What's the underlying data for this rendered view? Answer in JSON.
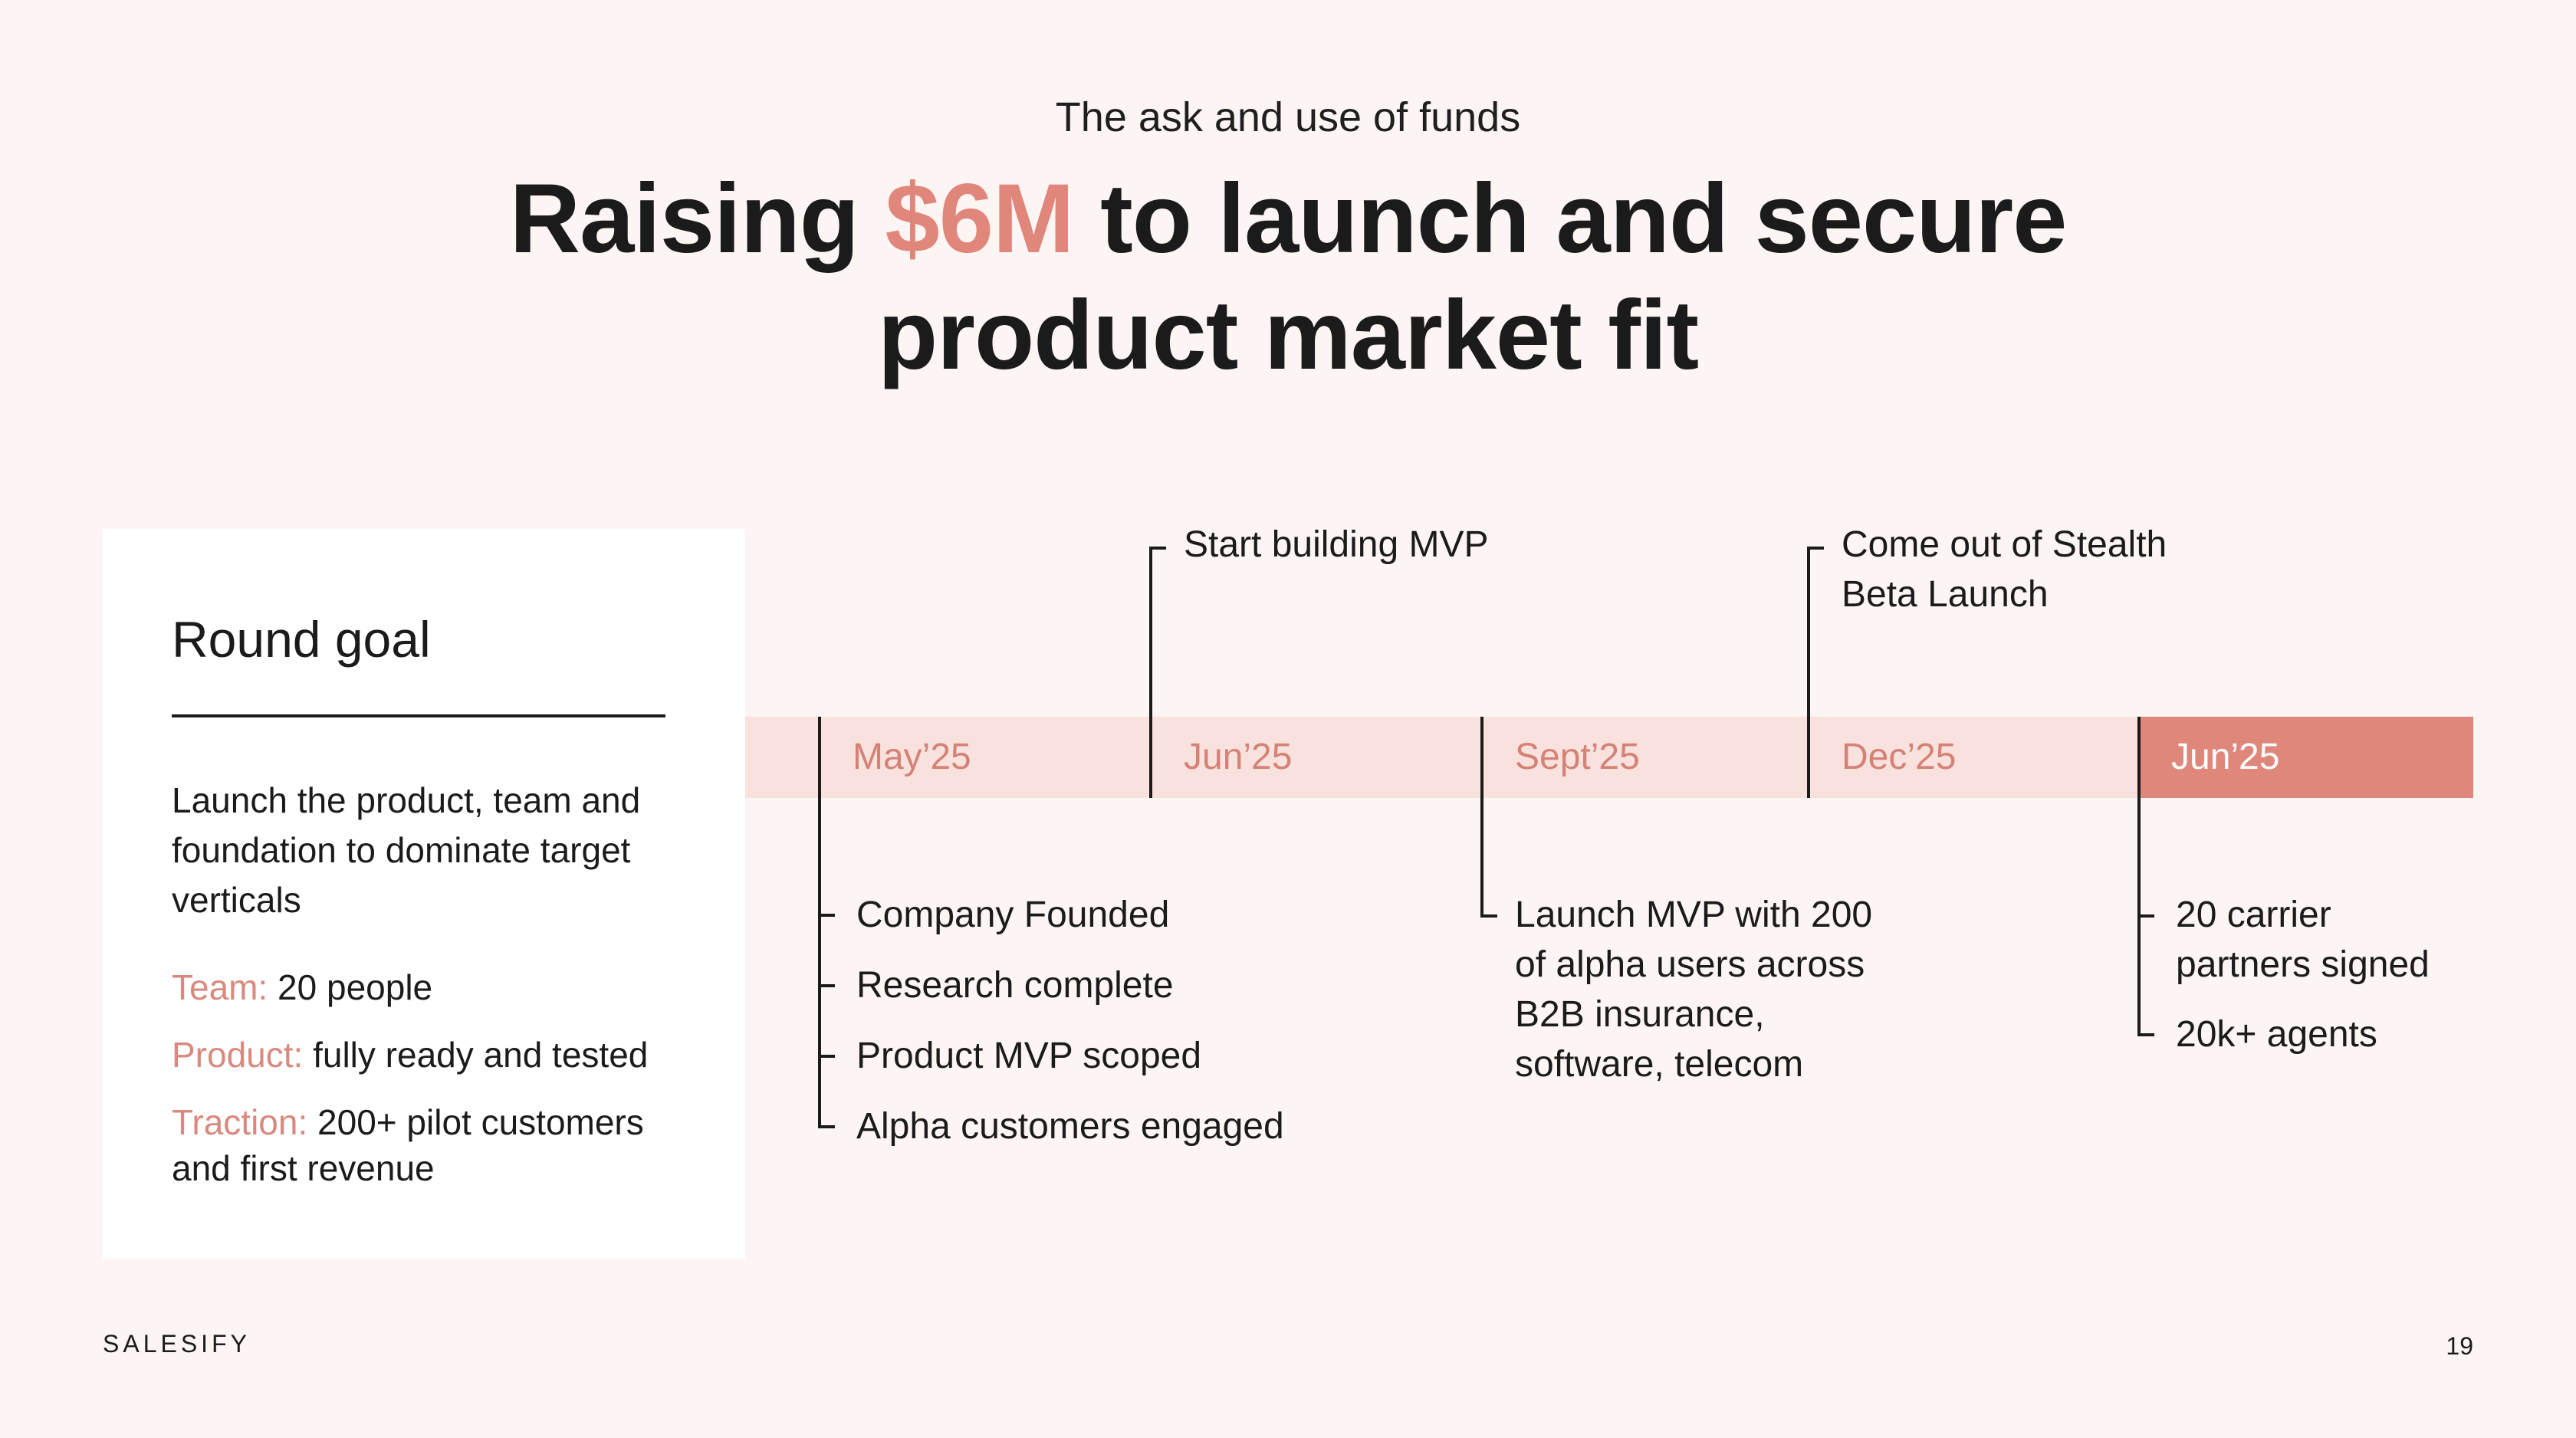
{
  "header": {
    "eyebrow": "The ask and use of funds",
    "headline_pre": "Raising ",
    "headline_accent": "$6M",
    "headline_post": " to launch and secure",
    "headline_line2": "product market fit"
  },
  "round_goal": {
    "title": "Round goal",
    "description": "Launch the product, team and foundation to dominate target verticals",
    "metrics": [
      {
        "label": "Team:",
        "value": " 20 people"
      },
      {
        "label": "Product:",
        "value": " fully ready and tested"
      },
      {
        "label": "Traction:",
        "value": " 200+ pilot customers and first revenue"
      }
    ]
  },
  "timeline": {
    "milestones": [
      {
        "label": "May’25"
      },
      {
        "label": "Jun’25"
      },
      {
        "label": "Sept’25"
      },
      {
        "label": "Dec’25"
      },
      {
        "label": "Jun’25"
      }
    ],
    "above": {
      "jun25": [
        "Start building MVP"
      ],
      "dec25": [
        "Come out of Stealth",
        "Beta Launch"
      ]
    },
    "below": {
      "may25": [
        "Company Founded",
        "Research complete",
        "Product MVP scoped",
        "Alpha customers engaged"
      ],
      "sept25": [
        "Launch MVP with 200",
        "of alpha users across",
        "B2B insurance,",
        "software, telecom"
      ],
      "jun25_final": [
        "20 carrier",
        "partners signed",
        "20k+ agents"
      ]
    }
  },
  "footer": {
    "brand": "SALESIFY",
    "page_number": "19"
  },
  "colors": {
    "background": "#fdf4f4",
    "accent": "#e0867a",
    "band": "#f9e1de",
    "band_final": "#e0877b",
    "text": "#1b1b1b"
  }
}
